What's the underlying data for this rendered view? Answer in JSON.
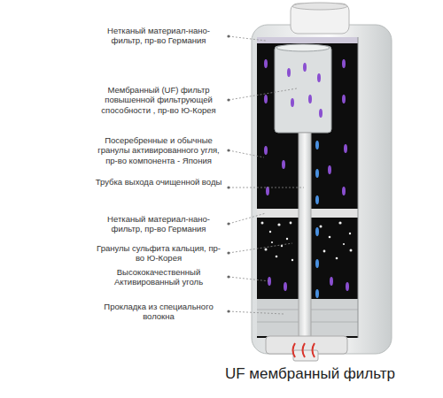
{
  "diagram": {
    "caption": "UF мембранный  фильтр",
    "labels": [
      "Нетканый материал-нано-фильтр, пр-во Германия",
      "Мембранный (UF) фильтр повышенной фильтрующей способности , пр-во Ю-Корея",
      "Посеребренные и обычные гранулы активированного угля, пр-во компонента - Япония",
      "Трубка выхода очищенной воды",
      "Нетканый материал-нано-фильтр, пр-во Германия",
      "Гранулы сульфита кальция, пр-во Ю-Корея",
      "Высококачественный Активированный уголь",
      "Прокладка из специального волокна"
    ]
  }
}
